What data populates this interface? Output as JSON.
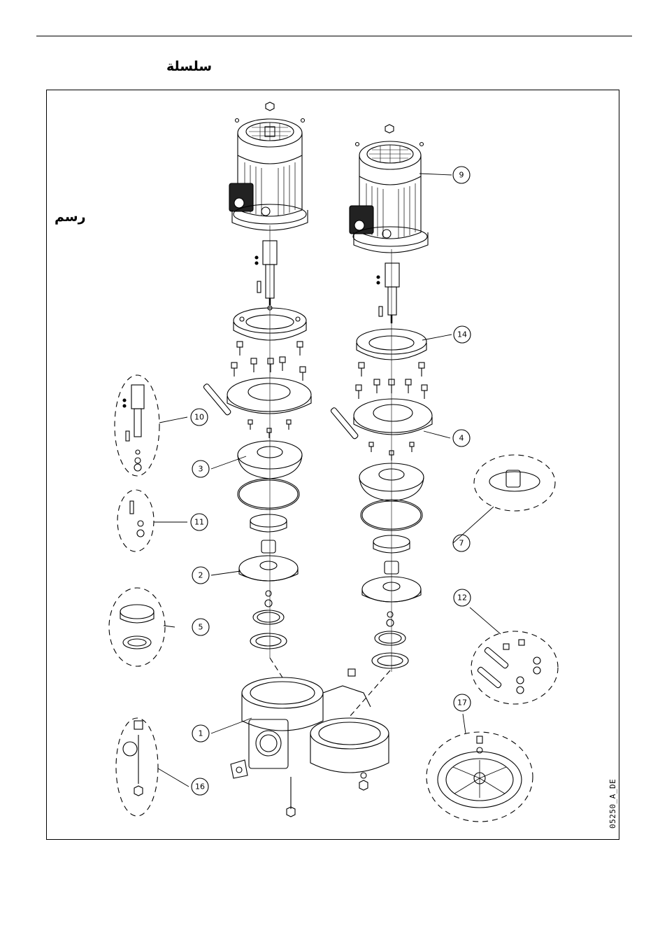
{
  "header": {
    "series_label": "سلسلة"
  },
  "figure": {
    "label": "رسم",
    "drawing_code": "05250_A_DE",
    "callouts": [
      {
        "id": "1",
        "label": "1"
      },
      {
        "id": "2",
        "label": "2"
      },
      {
        "id": "3",
        "label": "3"
      },
      {
        "id": "4",
        "label": "4"
      },
      {
        "id": "5",
        "label": "5"
      },
      {
        "id": "7",
        "label": "7"
      },
      {
        "id": "9",
        "label": "9"
      },
      {
        "id": "10",
        "label": "10"
      },
      {
        "id": "11",
        "label": "11"
      },
      {
        "id": "12",
        "label": "12"
      },
      {
        "id": "14",
        "label": "14"
      },
      {
        "id": "16",
        "label": "16"
      },
      {
        "id": "17",
        "label": "17"
      }
    ]
  }
}
